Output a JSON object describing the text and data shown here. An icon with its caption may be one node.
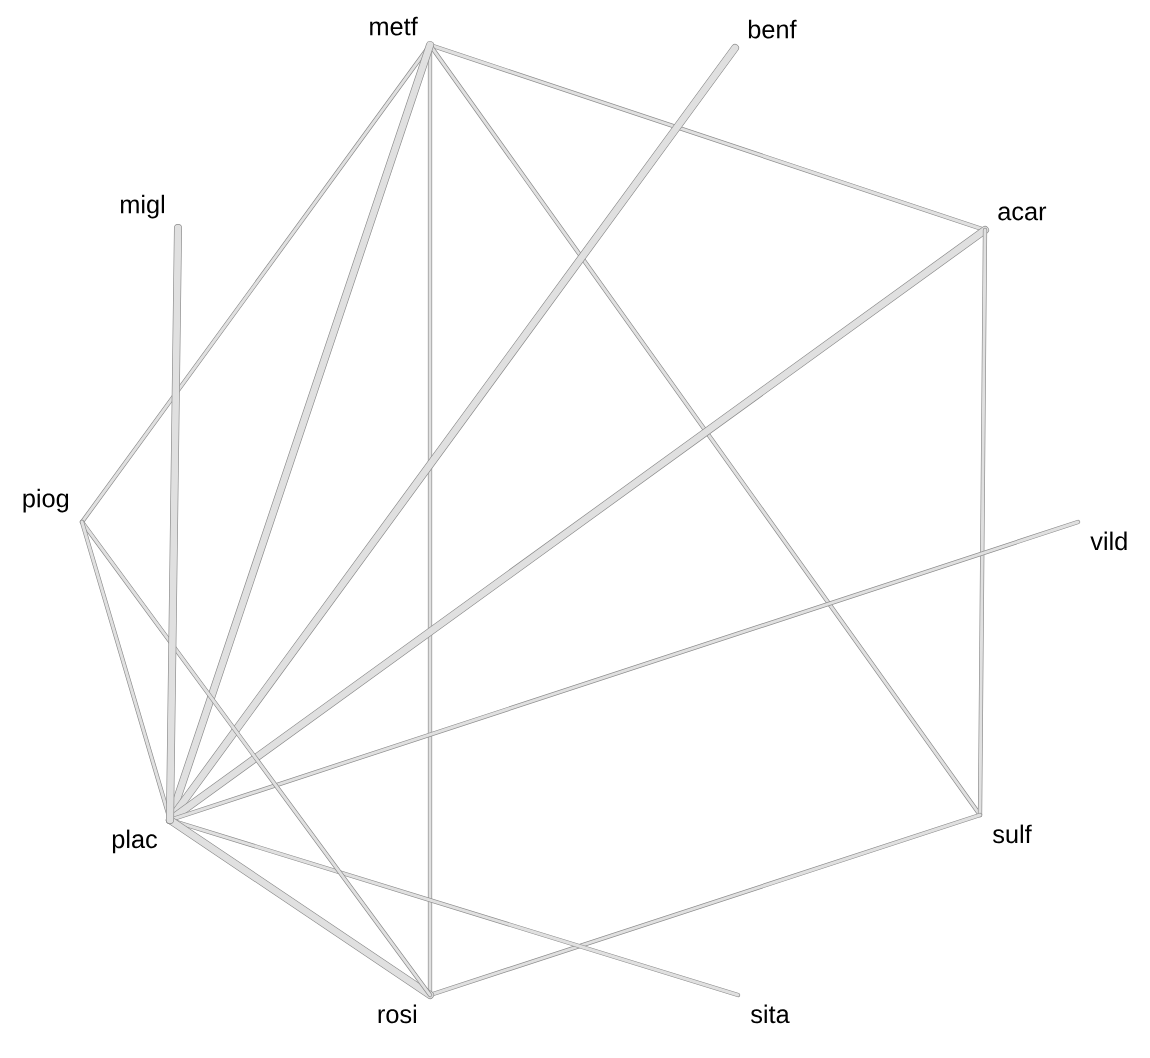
{
  "diagram": {
    "nodes": [
      {
        "text": [
          "metf"
        ]
      },
      {
        "text": [
          "benf"
        ]
      },
      {
        "text": [
          "acar"
        ]
      },
      {
        "text": [
          "vild"
        ]
      },
      {
        "text": [
          "sulf"
        ]
      },
      {
        "text": [
          "sita"
        ]
      },
      {
        "text": [
          "rosi"
        ]
      },
      {
        "text": [
          "plac"
        ]
      },
      {
        "text": [
          "piog"
        ]
      },
      {
        "text": [
          "migl"
        ]
      }
    ],
    "edges": [
      {
        "from": 0,
        "to": 2,
        "arrow": "none"
      },
      {
        "from": 0,
        "to": 6,
        "arrow": "none"
      },
      {
        "from": 0,
        "to": 4,
        "arrow": "none"
      },
      {
        "from": 0,
        "to": 8,
        "arrow": "none"
      },
      {
        "from": 0,
        "to": 7,
        "arrow": "none",
        "style": "thick"
      },
      {
        "from": 1,
        "to": 7,
        "arrow": "none",
        "style": "thick"
      },
      {
        "from": 2,
        "to": 7,
        "arrow": "none",
        "style": "thick"
      },
      {
        "from": 2,
        "to": 4,
        "arrow": "none"
      },
      {
        "from": 3,
        "to": 7,
        "arrow": "none"
      },
      {
        "from": 4,
        "to": 6,
        "arrow": "none"
      },
      {
        "from": 5,
        "to": 7,
        "arrow": "none"
      },
      {
        "from": 6,
        "to": 7,
        "arrow": "none",
        "style": "thick"
      },
      {
        "from": 6,
        "to": 8,
        "arrow": "none"
      },
      {
        "from": 7,
        "to": 8,
        "arrow": "none"
      },
      {
        "from": 9,
        "to": 7,
        "arrow": "none",
        "style": "thick"
      }
    ]
  }
}
